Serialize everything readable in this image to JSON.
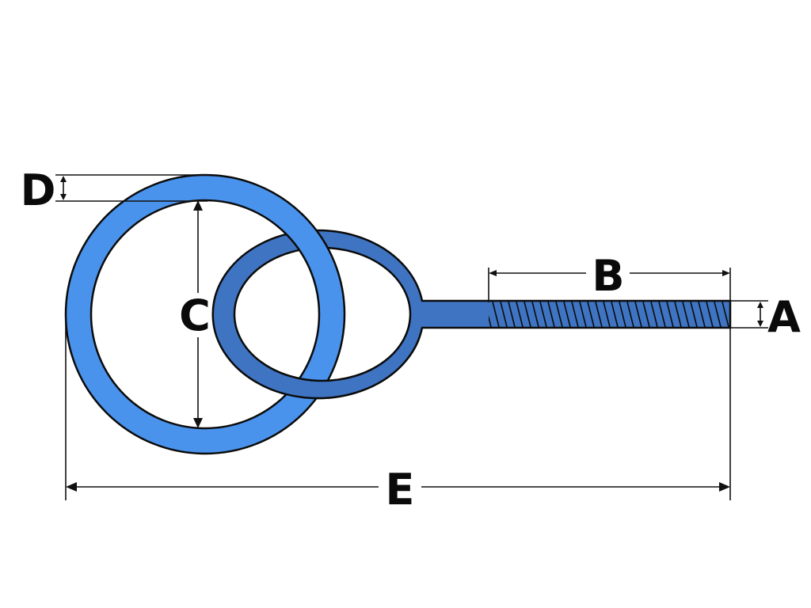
{
  "colors": {
    "large_ring": "#4a93ec",
    "eye_bolt": "#3f74c2",
    "outline": "#0b0b0b",
    "dimension_lines": "#111111",
    "background": "#ffffff"
  },
  "dimensions": {
    "a_label": "A",
    "b_label": "B",
    "c_label": "C",
    "d_label": "D",
    "e_label": "E"
  }
}
